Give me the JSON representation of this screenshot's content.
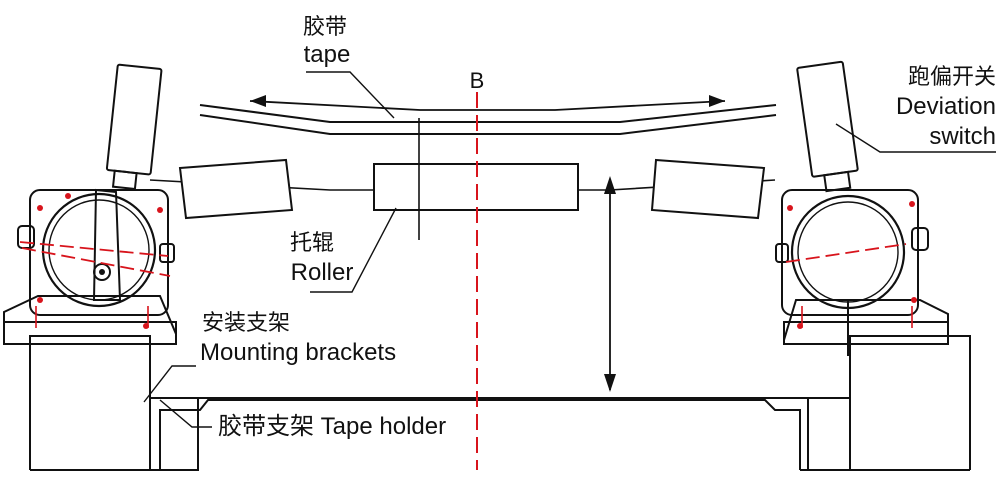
{
  "labels": {
    "tape_cn": "胶带",
    "tape_en": "tape",
    "centerline": "B",
    "switch_cn": "跑偏开关",
    "switch_en_1": "Deviation",
    "switch_en_2": "switch",
    "roller_cn": "托辊",
    "roller_en": "Roller",
    "mounting_cn": "安装支架",
    "mounting_en": "Mounting brackets",
    "holder": "胶带支架 Tape holder"
  },
  "colors": {
    "line": "#111111",
    "centerline": "#d8141c",
    "bolt": "#d8141c"
  },
  "icons": [
    "deviation-switch-left",
    "deviation-switch-right",
    "double-arrow"
  ]
}
